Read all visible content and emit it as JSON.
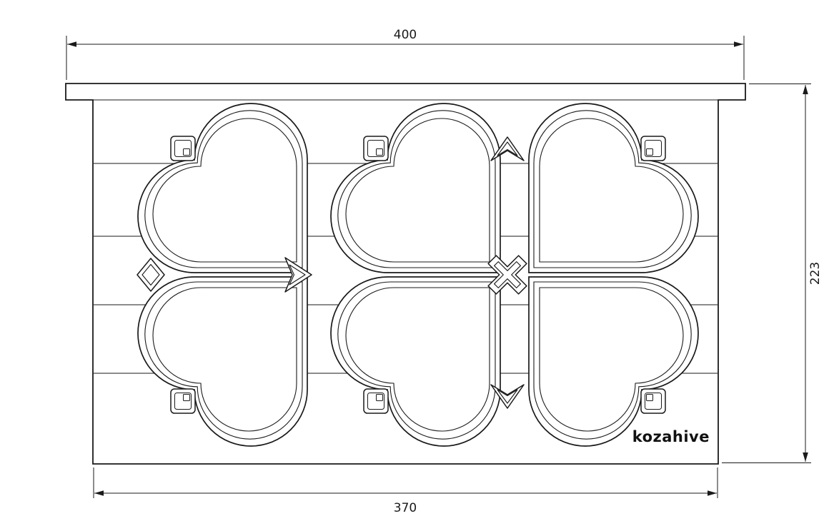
{
  "drawing": {
    "dimensions": {
      "top_width": "400",
      "bottom_width": "370",
      "height": "223"
    },
    "logo": "kozahive",
    "colors": {
      "line": "#1a1a1a",
      "background": "#ffffff"
    }
  }
}
